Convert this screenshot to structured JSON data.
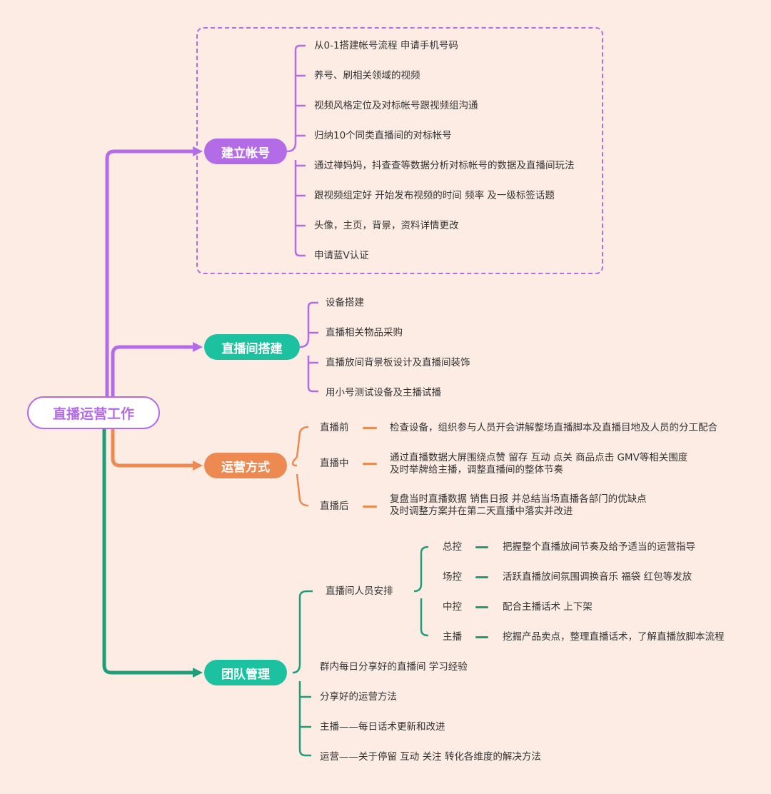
{
  "root": {
    "label": "直播运营工作"
  },
  "colors": {
    "purple": "#b36ce6",
    "teal": "#1cc2a0",
    "orange": "#ec8a52",
    "green": "#1e9e78"
  },
  "branches": {
    "account": {
      "label": "建立帐号",
      "items": [
        "从0-1搭建帐号流程 申请手机号码",
        "养号、刷相关领域的视频",
        "视频风格定位及对标帐号跟视频组沟通",
        "归纳10个同类直播间的对标帐号",
        "通过禅妈妈，抖查查等数据分析对标帐号的数据及直播间玩法",
        "跟视频组定好 开始发布视频的时间 频率 及一级标签话题",
        "头像，主页，背景，资料详情更改",
        "申请蓝V认证"
      ]
    },
    "studio": {
      "label": "直播间搭建",
      "items": [
        "设备搭建",
        "直播相关物品采购",
        "直播放间背景板设计及直播间装饰",
        "用小号测试设备及主播试播"
      ]
    },
    "operation": {
      "label": "运营方式",
      "items": [
        {
          "label": "直播前",
          "desc": [
            "检查设备，组织参与人员开会讲解整场直播脚本及直播目地及人员的分工配合"
          ]
        },
        {
          "label": "直播中",
          "desc": [
            "通过直播数据大屏围绕点赞 留存 互动 点关 商品点击 GMV等相关围度",
            "及时举牌给主播，调整直播间的整体节奏"
          ]
        },
        {
          "label": "直播后",
          "desc": [
            "复盘当时直播数据 销售日报 并总结当场直播各部门的优缺点",
            "及时调整方案并在第二天直播中落实并改进"
          ]
        }
      ]
    },
    "team": {
      "label": "团队管理",
      "staffing": {
        "label": "直播间人员安排",
        "roles": [
          {
            "label": "总控",
            "desc": "把握整个直播放间节奏及给予适当的运营指导"
          },
          {
            "label": "场控",
            "desc": "活跃直播放间氛围调换音乐  福袋 红包等发放"
          },
          {
            "label": "中控",
            "desc": "配合主播话术 上下架"
          },
          {
            "label": "主播",
            "desc": "挖掘产品卖点，整理直播话术，了解直播放脚本流程"
          }
        ]
      },
      "items": [
        "群内每日分享好的直播间 学习经验",
        "分享好的运营方法",
        "主播——每日话术更新和改进",
        "运营——关于停留 互动 关注 转化各维度的解决方法"
      ]
    }
  }
}
